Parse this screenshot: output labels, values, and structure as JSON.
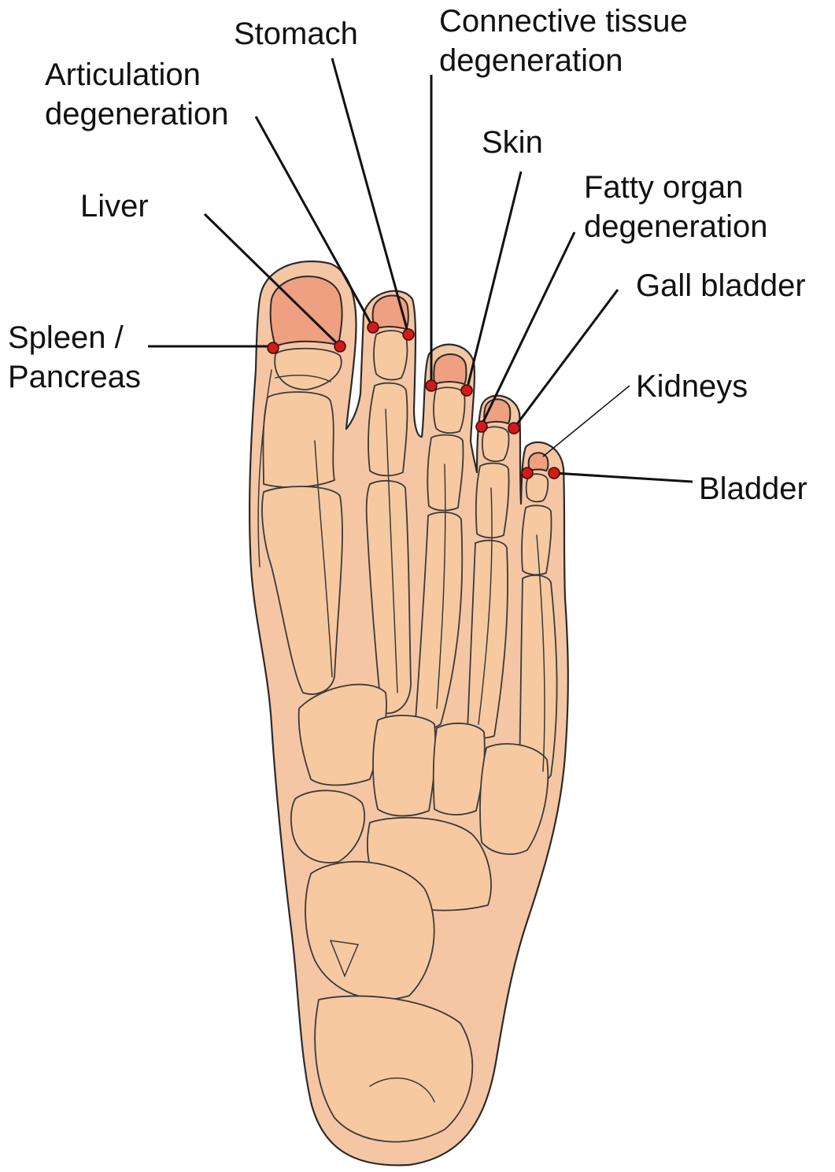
{
  "labels": {
    "stomach": "Stomach",
    "connective_1": "Connective tissue",
    "connective_2": "degeneration",
    "articulation_1": "Articulation",
    "articulation_2": "degeneration",
    "skin": "Skin",
    "fatty_1": "Fatty organ",
    "fatty_2": "degeneration",
    "liver": "Liver",
    "gall": "Gall bladder",
    "spleen_1": "Spleen /",
    "spleen_2": "Pancreas",
    "kidneys": "Kidneys",
    "bladder": "Bladder"
  },
  "colors": {
    "skin": "#f5c6a3",
    "bone": "#f7c9a0",
    "nail": "#eea080",
    "point": "#d31a1a"
  }
}
